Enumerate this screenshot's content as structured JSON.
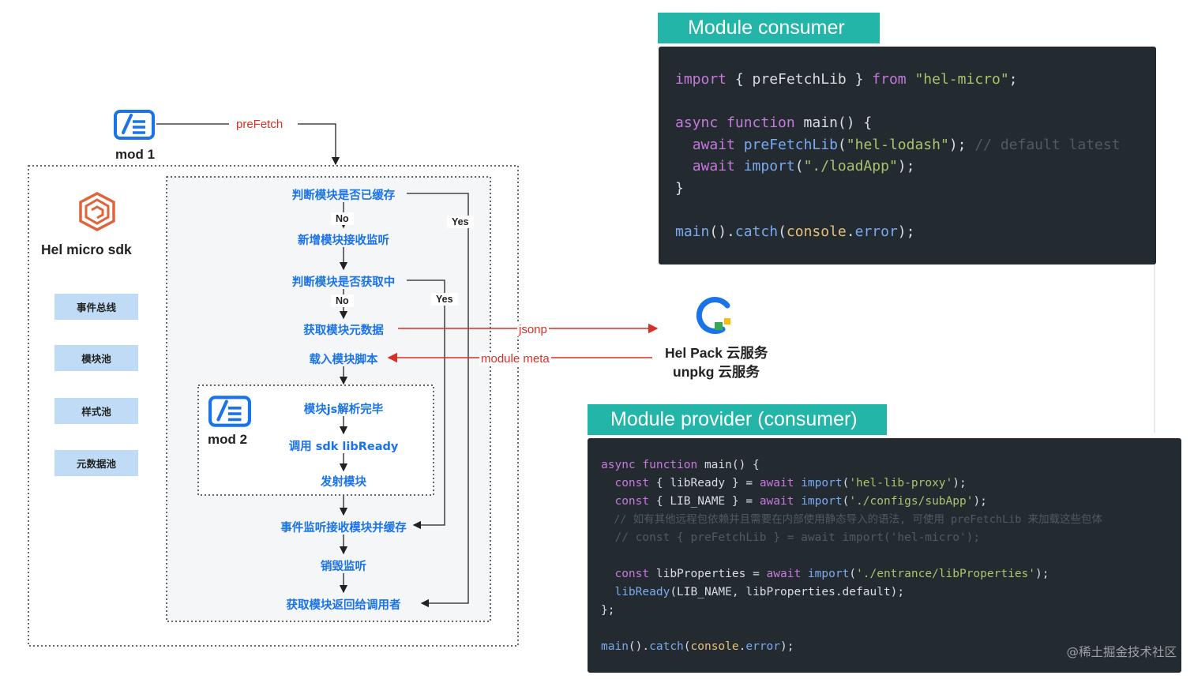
{
  "mod1": {
    "label": "mod 1"
  },
  "mod2": {
    "label": "mod 2"
  },
  "prefetch_label": "preFetch",
  "sdk": {
    "title": "Hel micro sdk",
    "pools": [
      "事件总线",
      "模块池",
      "样式池",
      "元数据池"
    ]
  },
  "flow": {
    "check_cache": "判断模块是否已缓存",
    "add_listener": "新增模块接收监听",
    "check_fetching": "判断模块是否获取中",
    "get_meta": "获取模块元数据",
    "load_script": "载入模块脚本",
    "js_parsed": "模块js解析完毕",
    "call_libready": "调用 sdk libReady",
    "emit_module": "发射模块",
    "listener_cache": "事件监听接收模块并缓存",
    "destroy_listener": "销毁监听",
    "return_module": "获取模块返回给调用者",
    "no1": "No",
    "yes1": "Yes",
    "no2": "No",
    "yes2": "Yes"
  },
  "arrows": {
    "jsonp": "jsonp",
    "module_meta": "module meta"
  },
  "service": {
    "line1": "Hel Pack 云服务",
    "line2": "unpkg 云服务"
  },
  "consumer": {
    "title": "Module consumer",
    "code": [
      "import { preFetchLib } from \"hel-micro\";",
      "",
      "async function main() {",
      "  await preFetchLib(\"hel-lodash\"); // default latest",
      "  await import(\"./loadApp\");",
      "}",
      "",
      "main().catch(console.error);"
    ]
  },
  "provider": {
    "title": "Module provider (consumer)",
    "code": [
      "async function main() {",
      "  const { libReady } = await import('hel-lib-proxy');",
      "  const { LIB_NAME } = await import('./configs/subApp');",
      "  // 如有其他远程包依赖并且需要在内部使用静态导入的语法, 可使用 preFetchLib 来加载这些包体",
      "  // const { preFetchLib } = await import('hel-micro');",
      "",
      "  const libProperties = await import('./entrance/libProperties');",
      "  libReady(LIB_NAME, libProperties.default);",
      "};",
      "",
      "main().catch(console.error);"
    ]
  },
  "watermark": "@稀土掘金技术社区",
  "colors": {
    "flow_text": "#1a73e8",
    "accent_red": "#d93025",
    "title_teal": "#23b5a8",
    "code_bg": "#232b30",
    "pool_bg": "#bfdbf5"
  }
}
